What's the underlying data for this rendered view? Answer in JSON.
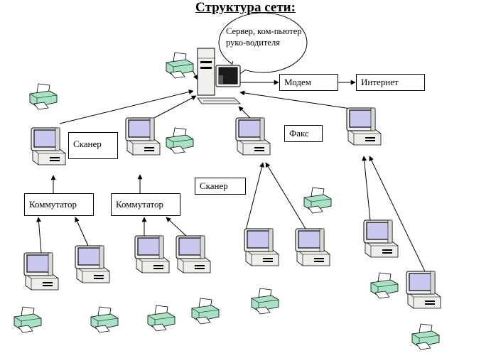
{
  "title": "Структура сети:",
  "server_note": "Сервер, ком-пьютер руко-водителя",
  "labels": {
    "modem": "Модем",
    "internet": "Интернет",
    "scanner_left": "Сканер",
    "scanner_middle": "Сканер",
    "fax": "Факс",
    "switch_left": "Коммутатор",
    "switch_middle": "Коммутатор"
  },
  "colors": {
    "screen": "#c8c8ee",
    "body": "#f4f4f0",
    "printer": "#a8e2c4",
    "stroke": "#000000"
  }
}
